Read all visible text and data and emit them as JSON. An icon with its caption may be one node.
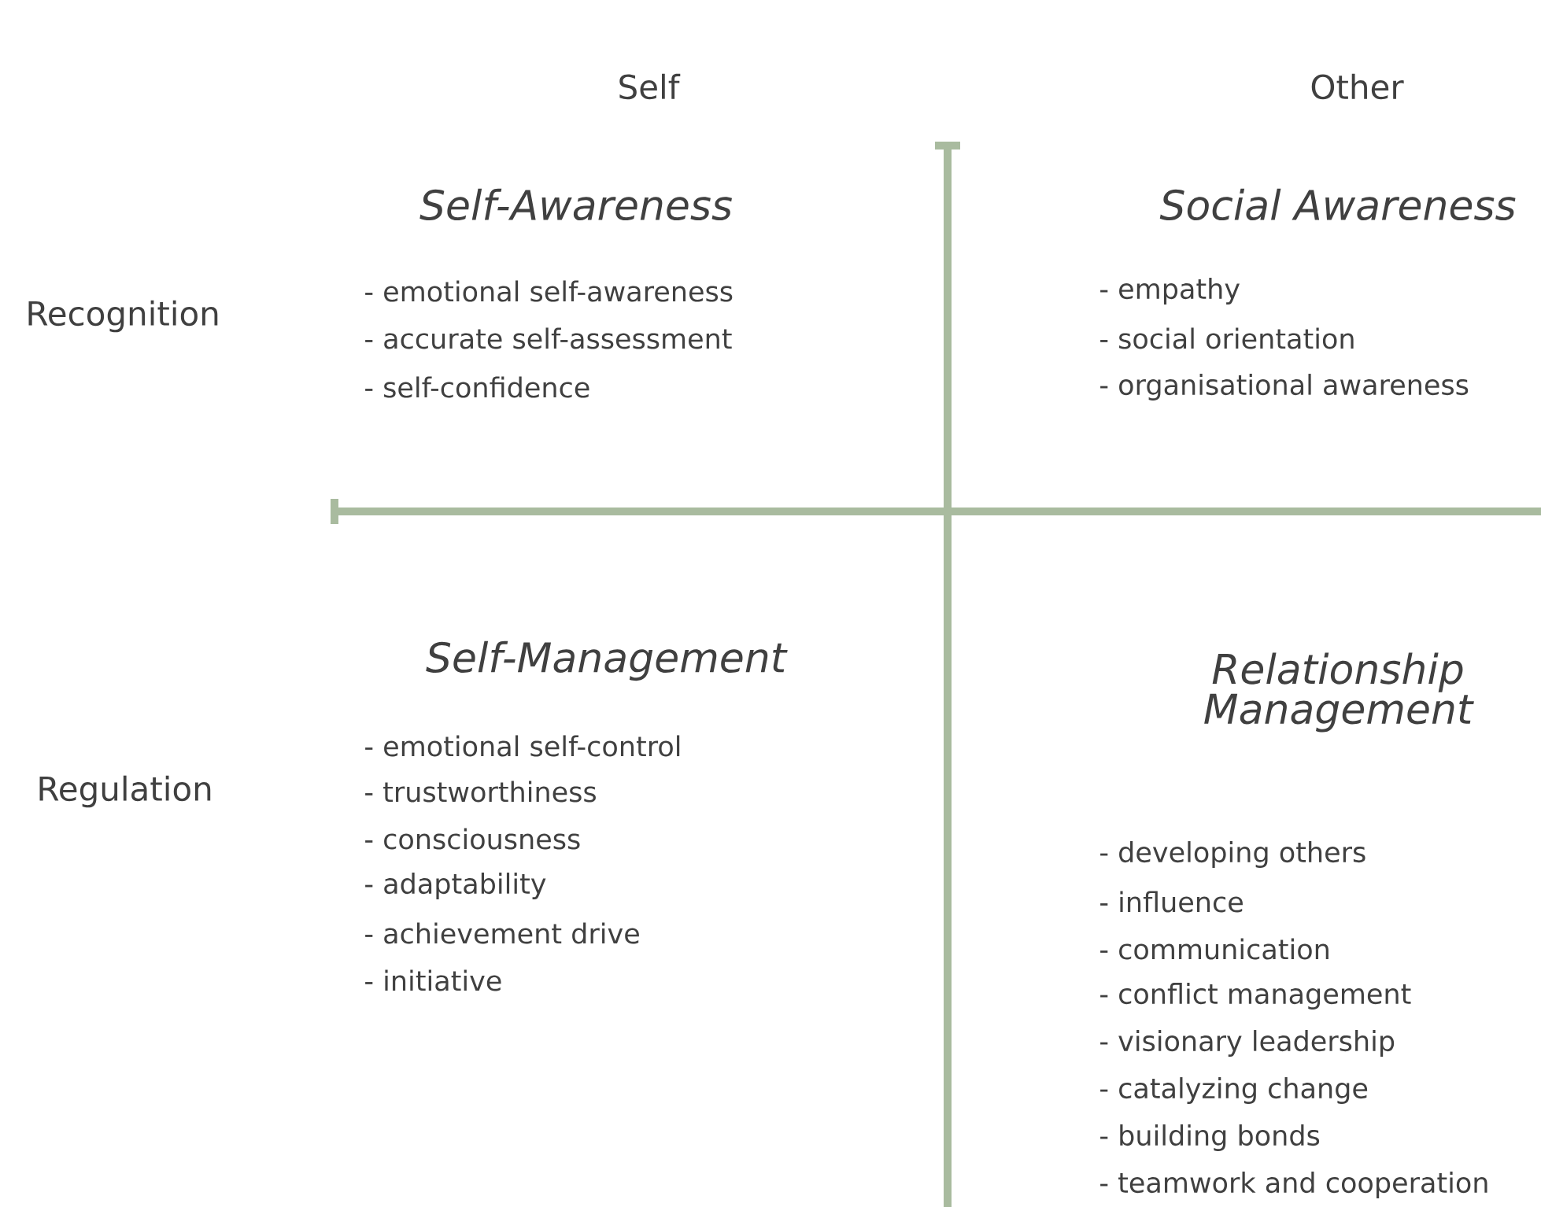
{
  "diagram": {
    "labels": [
      "Self",
      "Other",
      "Self-Awareness",
      "Social Awareness",
      "Recognition",
      "- emotional self-awareness",
      "- empathy",
      "- accurate self-assessment",
      "- social orientation",
      "- self-confidence",
      "- organisational awareness",
      "Self-Management",
      "Relationship Management",
      "Regulation",
      "- emotional self-control",
      "- trustworthiness",
      "- consciousness",
      "- adaptability",
      "- achievement drive",
      "- initiative",
      "- developing others",
      "- influence",
      "- communication",
      "- conflict management",
      "- visionary leadership",
      "- catalyzing change",
      "- building bonds",
      "- teamwork and cooperation"
    ]
  }
}
